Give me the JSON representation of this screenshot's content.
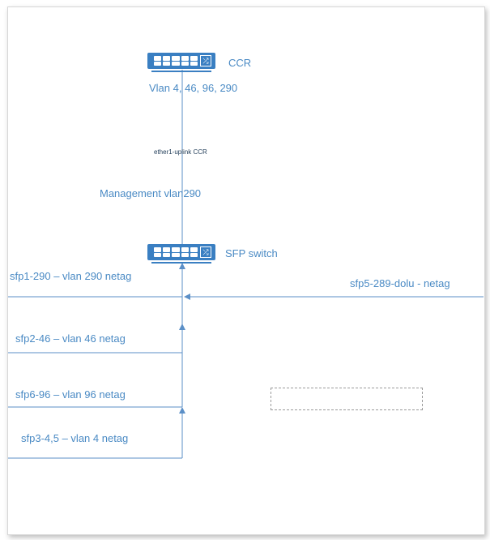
{
  "devices": {
    "ccr": {
      "name": "CCR",
      "vlans": "Vlan 4, 46, 96, 290",
      "icon": "network-switch-icon"
    },
    "sfp_switch": {
      "name": "SFP switch",
      "icon": "network-switch-icon"
    }
  },
  "links": {
    "uplink": "ether1-uplink CCR",
    "management": "Management vlan290"
  },
  "ports": {
    "sfp1": "sfp1-290 – vlan 290 netag",
    "sfp5": "sfp5-289-dolu - netag",
    "sfp2": "sfp2-46 – vlan 46 netag",
    "sfp6": "sfp6-96 – vlan 96 netag",
    "sfp3": "sfp3-4,5 – vlan 4 netag"
  },
  "colors": {
    "line": "#5b8fc7",
    "device": "#3a7fc2",
    "label": "#4a8ac4"
  }
}
